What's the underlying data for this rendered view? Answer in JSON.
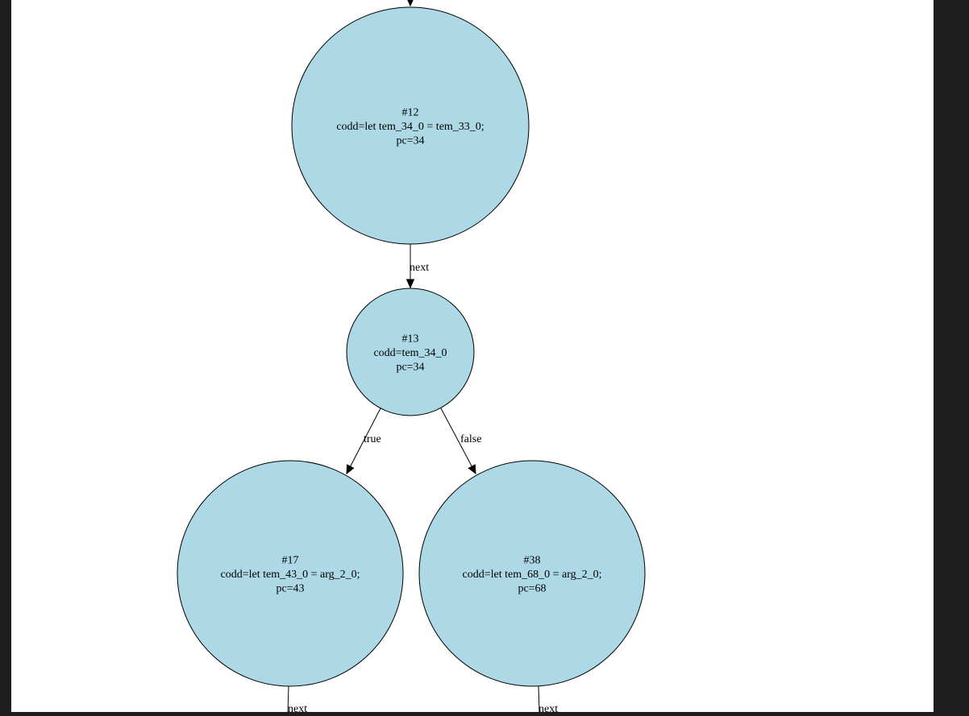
{
  "theme": {
    "node_fill": "#add8e6",
    "viewer_background": "#1e1e1e",
    "page_background": "#ffffff"
  },
  "graph": {
    "nodes": [
      {
        "id": "n12",
        "lines": [
          "#12",
          "codd=let tem_34_0 = tem_33_0;",
          "pc=34"
        ]
      },
      {
        "id": "n13",
        "lines": [
          "#13",
          "codd=tem_34_0",
          "pc=34"
        ]
      },
      {
        "id": "n17",
        "lines": [
          "#17",
          "codd=let tem_43_0 = arg_2_0;",
          "pc=43"
        ]
      },
      {
        "id": "n38",
        "lines": [
          "#38",
          "codd=let tem_68_0 = arg_2_0;",
          "pc=68"
        ]
      }
    ],
    "edges": [
      {
        "id": "e-in-12",
        "label": ""
      },
      {
        "id": "e-12-13",
        "label": "next"
      },
      {
        "id": "e-13-17",
        "label": "true"
      },
      {
        "id": "e-13-38",
        "label": "false"
      },
      {
        "id": "e-17-out",
        "label": "next"
      },
      {
        "id": "e-38-out",
        "label": "next"
      }
    ]
  }
}
